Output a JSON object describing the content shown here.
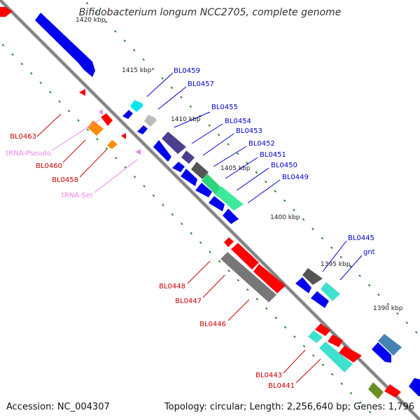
{
  "title": "Bifidobacterium longum NCC2705, complete genome",
  "footer": {
    "accession": "Accession: NC_004307",
    "summary": "Topology: circular; Length: 2,256,640 bp; Genes: 1,796"
  },
  "colors": {
    "backbone": "#999999",
    "tick": "#228b22",
    "red": "#ff0000",
    "blue": "#0000ee",
    "pink": "#ee82ee",
    "cyan": "#00e5ee",
    "teal": "#40e0d0",
    "gray": "#888888",
    "label_blue": "#0000cc",
    "label_red": "#cc0000",
    "label_pink": "#ee82ee"
  },
  "tick_labels": [
    "1420 kbp",
    "1415 kbp",
    "1410 kbp",
    "1405 kbp",
    "1400 kbp",
    "1395 kbp",
    "1390 kbp"
  ],
  "labels_blue": [
    "BL0459",
    "BL0457",
    "BL0455",
    "BL0454",
    "BL0453",
    "BL0452",
    "BL0451",
    "BL0450",
    "BL0449",
    "BL0445",
    "gnt"
  ],
  "labels_red": [
    "BL0463",
    "BL0460",
    "BL0458",
    "BL0448",
    "BL0447",
    "BL0446",
    "BL0443",
    "BL0441"
  ],
  "labels_pink": [
    "tRNA-Pseudo",
    "tRNA-Ser"
  ]
}
